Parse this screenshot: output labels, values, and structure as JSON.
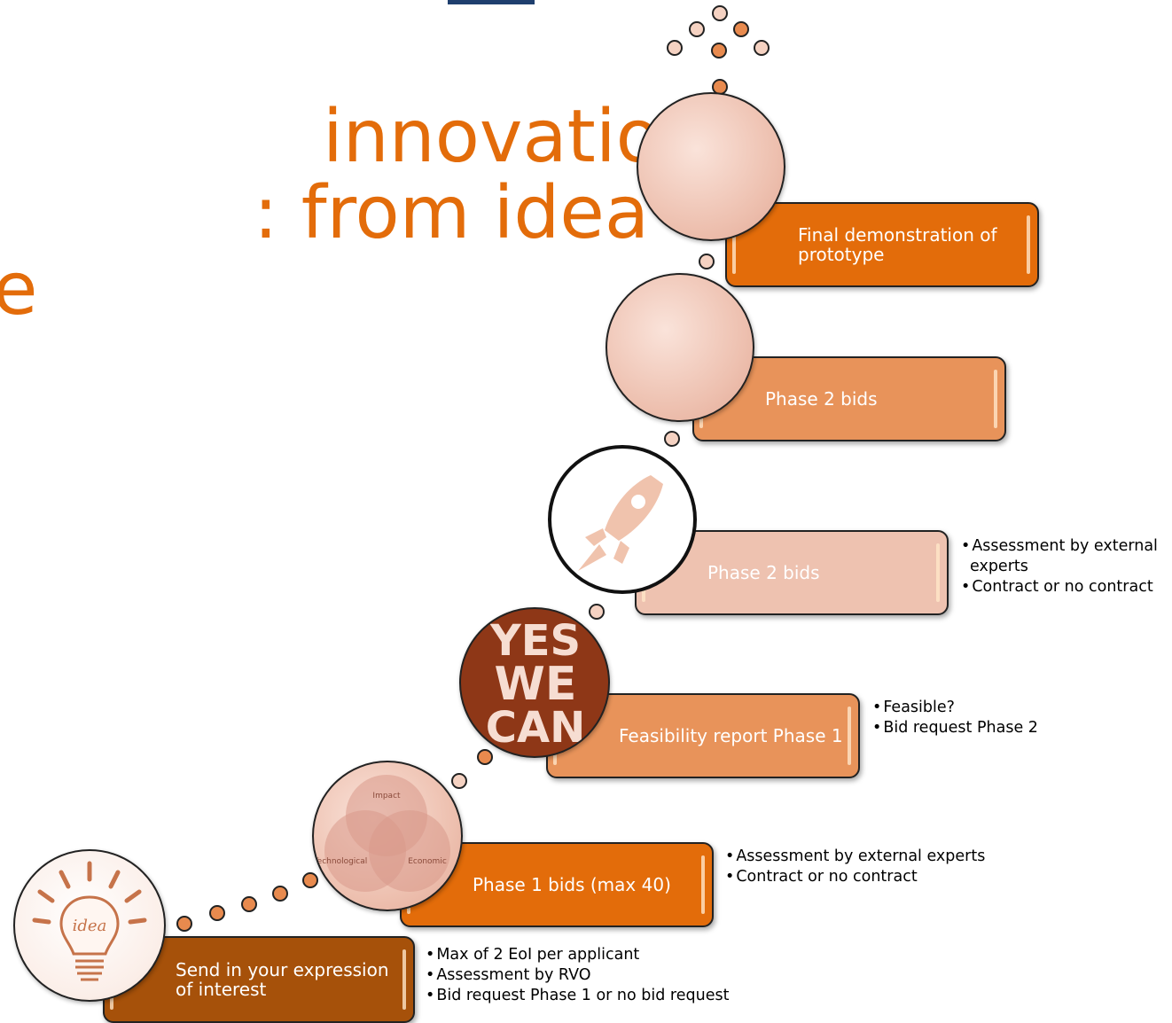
{
  "title": {
    "line1": "innovation",
    "line2": ": from idea",
    "line3": "e"
  },
  "steps": [
    {
      "label": "Send in your expression of interest",
      "color": "#a6510a",
      "bullets": [
        "Max of 2 EoI per applicant",
        "Assessment by RVO",
        "Bid request Phase 1 or no bid request"
      ]
    },
    {
      "label": "Phase 1 bids (max 40)",
      "color": "#e36c0a",
      "bullets": [
        "Assessment by external experts",
        "Contract or no contract"
      ]
    },
    {
      "label": "Feasibility report Phase 1",
      "color": "#e8935a",
      "bullets": [
        "Feasible?",
        "Bid request Phase 2"
      ]
    },
    {
      "label": "Phase 2 bids",
      "color": "#eec2b0",
      "bullets": [
        "Assessment by external experts",
        "Contract or no contract"
      ]
    },
    {
      "label": "Phase 2 bids",
      "color": "#e8935a",
      "bullets": []
    },
    {
      "label": "Final demonstration of prototype",
      "color": "#e36c0a",
      "bullets": []
    }
  ],
  "icons": {
    "idea": {
      "name": "lightbulb-icon",
      "text": "idea"
    },
    "venn": {
      "name": "venn-diagram-icon",
      "labels": [
        "Impact",
        "Technological",
        "Economic"
      ]
    },
    "yes_we_can": {
      "name": "yes-we-can-badge",
      "text": [
        "YES",
        "WE",
        "CAN"
      ]
    },
    "rocket": {
      "name": "rocket-icon"
    }
  },
  "colors": {
    "accent": "#e36c0a",
    "dark": "#a6510a",
    "navy": "#1f3f6e"
  }
}
